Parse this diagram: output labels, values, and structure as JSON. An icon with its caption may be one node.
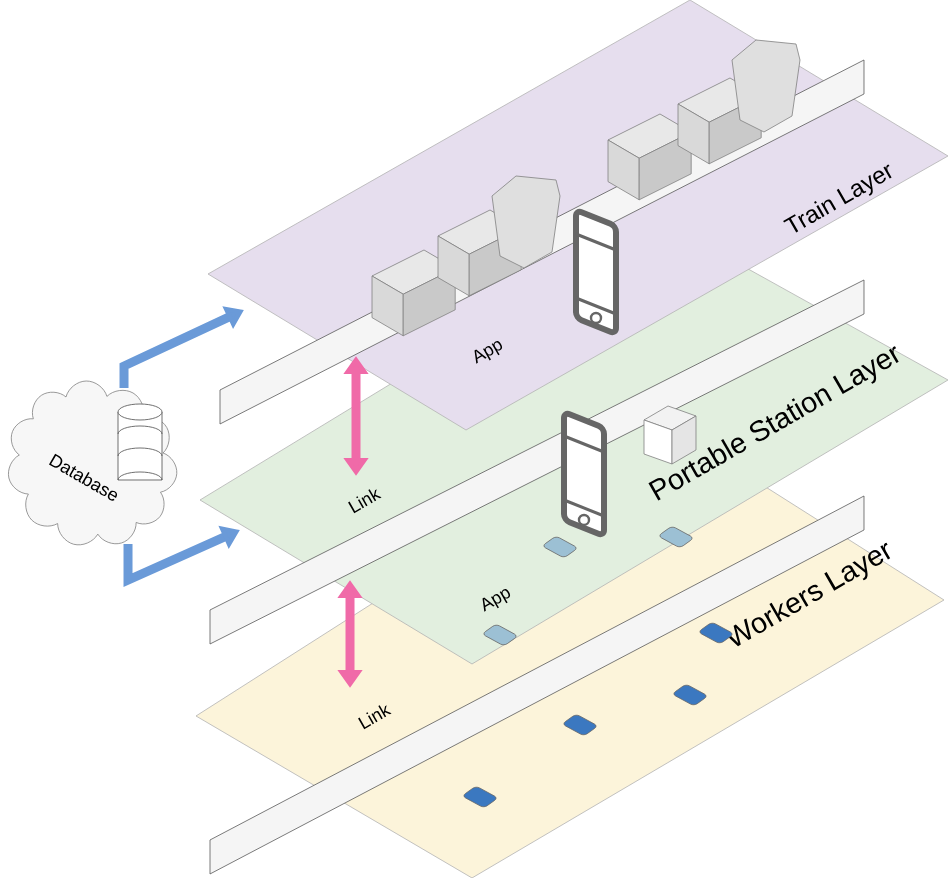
{
  "diagram": {
    "nodes": [
      {
        "text": [
          "Train Layer"
        ]
      },
      {
        "text": [
          "Portable Station Layer"
        ]
      },
      {
        "text": [
          "Workers Layer"
        ]
      },
      {
        "text": [
          "Database"
        ]
      }
    ],
    "edges": [
      {
        "from": 3,
        "to": 0,
        "arrow": "to"
      },
      {
        "from": 3,
        "to": 1,
        "arrow": "to"
      },
      {
        "from": 0,
        "to": 1,
        "arrow": "both",
        "label": "Link",
        "color": "#f06aa8"
      },
      {
        "from": 1,
        "to": 2,
        "arrow": "both",
        "label": "Link",
        "color": "#f06aa8"
      }
    ],
    "labels": [
      "App",
      "App"
    ]
  }
}
